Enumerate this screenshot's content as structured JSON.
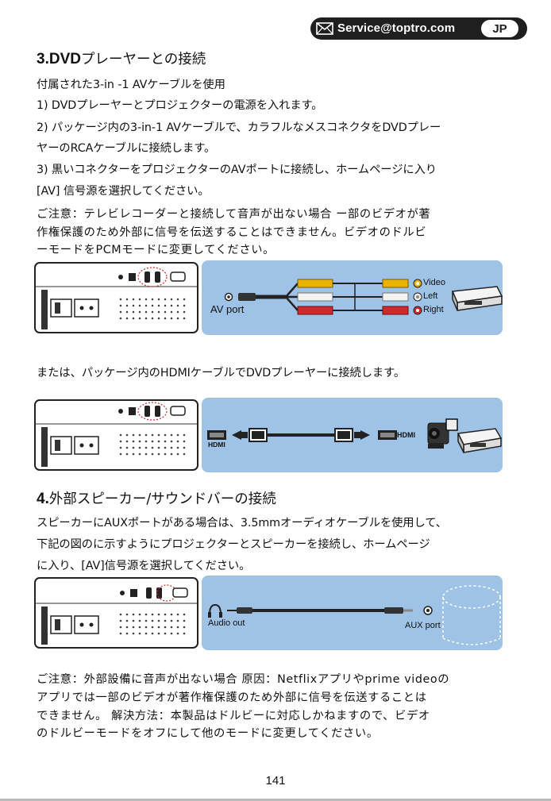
{
  "header": {
    "email": "Service@toptro.com",
    "lang": "JP",
    "icon": "envelope-icon"
  },
  "section3": {
    "num": "3.DVD",
    "title": "プレーヤーとの接続",
    "lines": [
      "付属された3-in -1 AVケーブルを使用",
      "1) DVDプレーヤーとプロジェクターの電源を入れます。",
      "2) パッケージ内の3-in-1 AVケーブルで、カラフルなメスコネクタをDVDプレー",
      "ヤーのRCAケーブルに接続します。",
      "3) 黒いコネクターをプロジェクターのAVポートに接続し、ホームページに入り",
      "[AV] 信号源を選択してください。"
    ],
    "note_lines": [
      "ご注意：テレビレコーダーと接続して音声が出ない場合 ー部のビデオが著",
      "作権保護のため外部に信号を伝送することはできません。ビデオのドルビ",
      "ーモードをPCMモードに変更してください。"
    ]
  },
  "fig1": {
    "av_port": "AV port",
    "video": "Video",
    "left": "Left",
    "right": "Right",
    "colors": {
      "panel": "#9ec3e6",
      "yellow": "#e8b400",
      "white": "#f2f2f2",
      "red": "#d02a2a"
    }
  },
  "hdmi_line": "または、パッケージ内のHDMIケーブルでDVDプレーヤーに接続します。",
  "fig2": {
    "hdmi_left": "HDMI",
    "hdmi_right": "HDMI"
  },
  "section4": {
    "num": "4.",
    "title": "外部スピーカー/サウンドバーの接続",
    "lines": [
      "スピーカーにAUXポートがある場合は、3.5mmオーディオケーブルを使用して、",
      "下記の図のに示すようにプロジェクターとスピーカーを接続し、ホームページ",
      "に入り、[AV]信号源を選択してください。"
    ]
  },
  "fig3": {
    "audio_out": "Audio out",
    "aux_port": "AUX port"
  },
  "note2_lines": [
    "ご注意：外部設備に音声が出ない場合 原因：Netflixアプリやprime videoの",
    "アプリでは一部のビデオが著作権保護のため外部に信号を伝送することは",
    "できません。 解決方法：本製品はドルビーに対応しかねますので、ビデオ",
    "のドルビーモードをオフにして他のモードに変更してください。"
  ],
  "page_number": "141"
}
